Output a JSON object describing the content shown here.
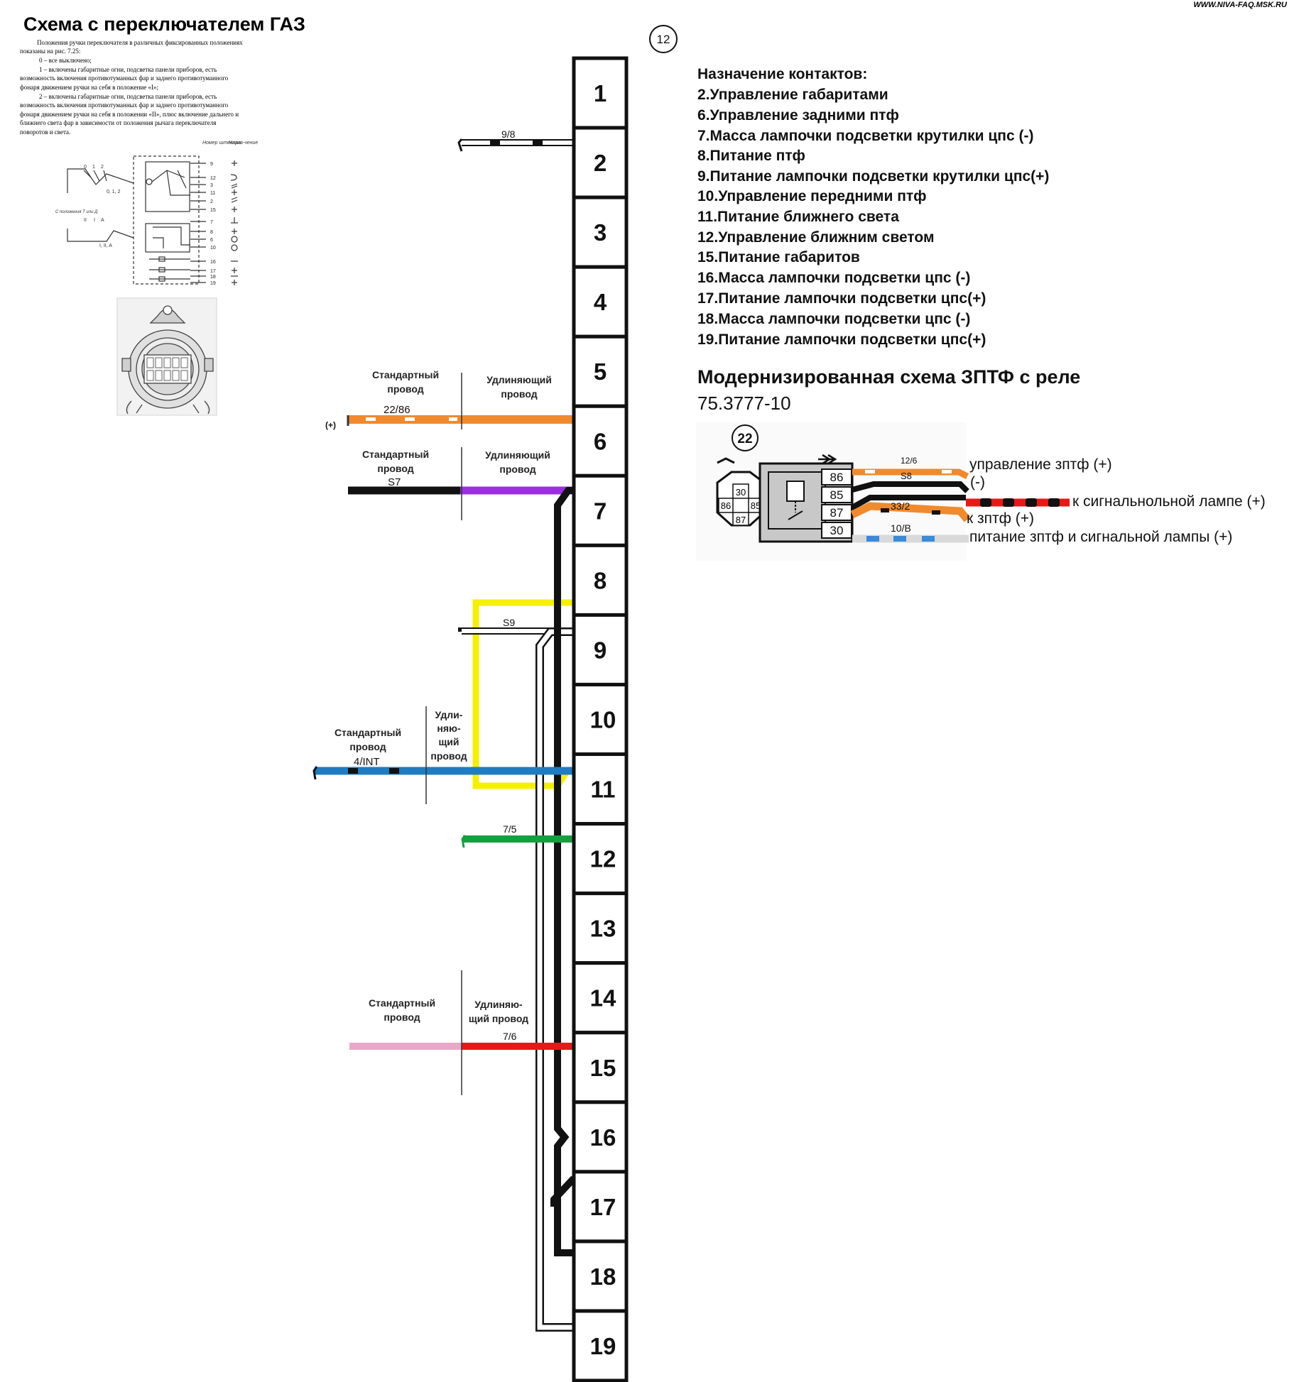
{
  "site_url": "WWW.NIVA-FAQ.MSK.RU",
  "title": "Схема с переключателем ГАЗ",
  "intro_lines": [
    "Положения ручки переключателя в различных фиксированных положениях",
    "показаны на рис. 7.25:",
    "0 – все выключено;",
    "1 – включены габаритные огни, подсветка панели приборов, есть",
    "возможность включения противотуманных фар и заднего противотуманного",
    "фонаря движением ручки на себя в положение «I»;",
    "2 – включены габаритные огни, подсветка панели приборов, есть",
    "возможность включения противотуманных фар и заднего противотуманного",
    "фонаря движением ручки на себя в положении «II», плюс включение дальнего и",
    "ближнего света фар в зависимости от положения рычага переключателя",
    "поворотов и света."
  ],
  "switch_diagram": {
    "col_header_pin": "Номер штекера",
    "col_header_purpose": "Назна-чение",
    "position_labels": [
      "0",
      "1",
      "2",
      "0, 1, 2",
      "II",
      "I",
      "A",
      "I, II, A"
    ],
    "caption_note": "С положения T или Д",
    "pins": [
      "9",
      "12",
      "3",
      "11",
      "2",
      "15",
      "7",
      "8",
      "6",
      "10",
      "16",
      "17",
      "18",
      "19"
    ]
  },
  "connector_id": "12",
  "pins": [
    "1",
    "2",
    "3",
    "4",
    "5",
    "6",
    "7",
    "8",
    "9",
    "10",
    "11",
    "12",
    "13",
    "14",
    "15",
    "16",
    "17",
    "18",
    "19"
  ],
  "wire_labels": {
    "w9_8": "9/8",
    "w22_86": "22/86",
    "plus": "(+)",
    "s7": "S7",
    "s9": "S9",
    "int4": "4/INT",
    "w7_5": "7/5",
    "w7_6": "7/6"
  },
  "wire_group_labels": {
    "std_6_line1": "Стандартный",
    "std_6_line2": "провод",
    "ext_6_line1": "Удлиняющий",
    "ext_6_line2": "провод",
    "std_7_line1": "Стандартный",
    "std_7_line2": "провод",
    "ext_7_line1": "Удлиняющий",
    "ext_7_line2": "провод",
    "std_11_line1": "Стандартный",
    "std_11_line2": "провод",
    "ext_11_line1": "Удли-",
    "ext_11_line2": "няю-",
    "ext_11_line3": "щий",
    "ext_11_line4": "провод",
    "std_15_line1": "Стандартный",
    "std_15_line2": "провод",
    "ext_15_line1": "Удлиняю-",
    "ext_15_line2": "щий провод"
  },
  "contacts": {
    "heading": "Назначение контактов:",
    "items": [
      "2.Управление габаритами",
      "6.Управление задними птф",
      "7.Масса лампочки подсветки крутилки цпс (-)",
      "8.Питание птф",
      "9.Питание лампочки подсветки крутилки цпс(+)",
      "10.Управление передними птф",
      "11.Питание ближнего света",
      "12.Управление ближним светом",
      "15.Питание габаритов",
      "16.Масса лампочки подсветки цпс (-)",
      "17.Питание лампочки подсветки цпс(+)",
      "18.Масса лампочки подсветки цпс (-)",
      "19.Питание лампочки подсветки цпс(+)"
    ]
  },
  "relay": {
    "heading": "Модернизированная схема ЗПТФ с реле",
    "model": "75.3777-10",
    "id": "22",
    "pins": [
      "86",
      "85",
      "87",
      "30"
    ],
    "socket_pins": [
      "30",
      "86",
      "85",
      "87"
    ],
    "wire_codes": [
      "12/6",
      "S8",
      "33/2",
      "10/B"
    ],
    "labels": {
      "ctrl": "управление зптф (+)",
      "minus": "(-)",
      "lamp": "к сигнальнольной лампе (+)",
      "fog": "к зптф (+)",
      "power": "питание зптф и сигнальной лампы (+)"
    }
  },
  "colors": {
    "orange": "#f08a2c",
    "violet": "#9a2ee0",
    "yellow": "#f4f000",
    "blue": "#1f7cc0",
    "green": "#14a040",
    "pink": "#e8a8c8",
    "red": "#e81818",
    "relay_grey": "#c8c8c8",
    "light_grey": "#d9d9d9"
  }
}
